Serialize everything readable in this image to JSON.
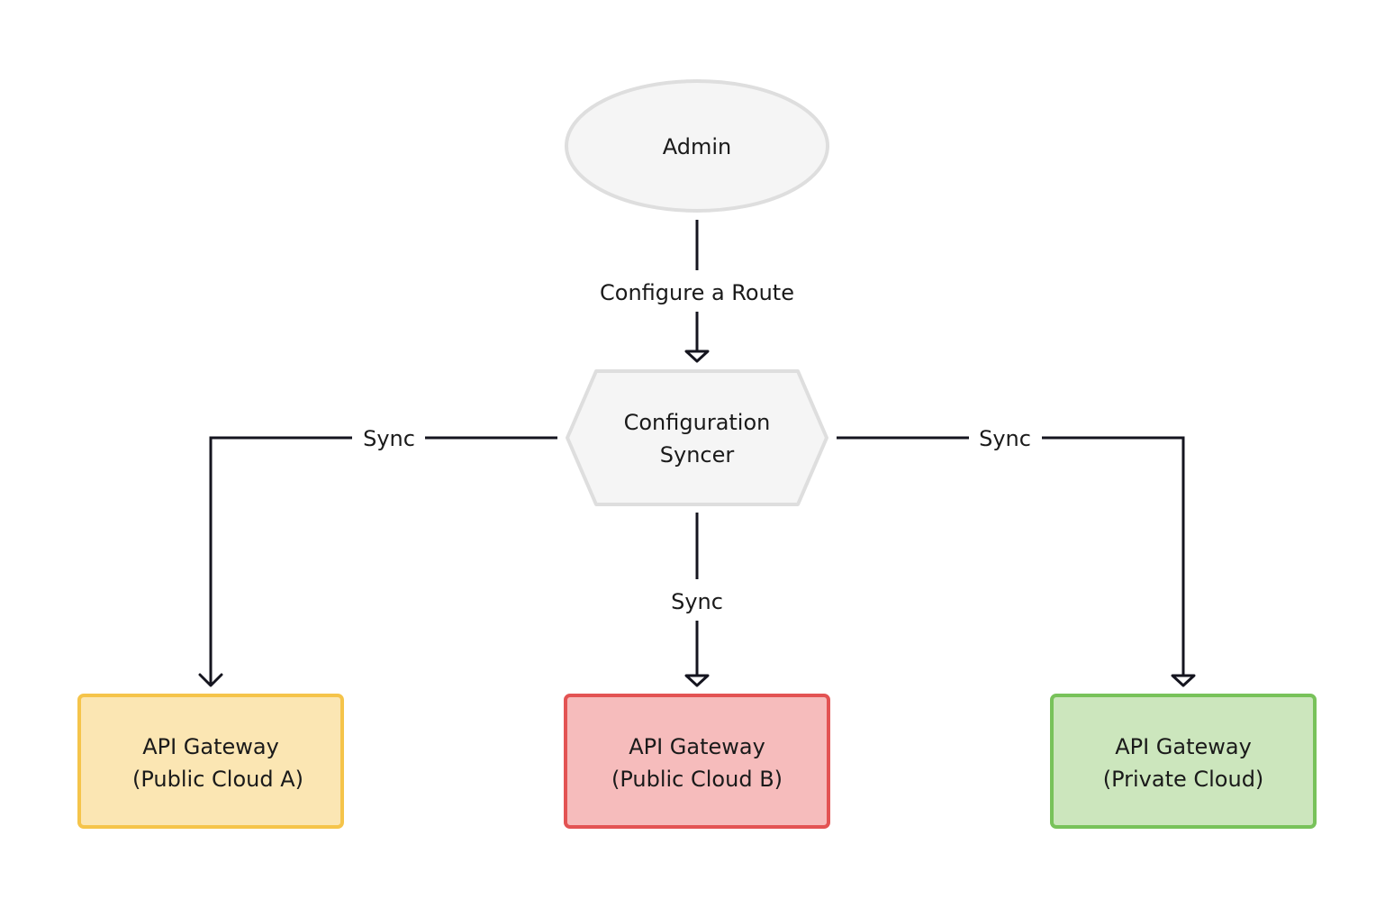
{
  "nodes": {
    "admin": {
      "label": "Admin"
    },
    "syncer": {
      "label_line1": "Configuration",
      "label_line2": "Syncer"
    },
    "gateway_a": {
      "label_line1": "API Gateway",
      "label_line2": "(Public Cloud A)",
      "fill": "#fbe6b3",
      "stroke": "#f5c44a"
    },
    "gateway_b": {
      "label_line1": "API Gateway",
      "label_line2": "(Public Cloud B)",
      "fill": "#f6bcbc",
      "stroke": "#e35353"
    },
    "gateway_private": {
      "label_line1": "API Gateway",
      "label_line2": "(Private Cloud)",
      "fill": "#cce6bd",
      "stroke": "#78c25a"
    }
  },
  "edges": {
    "admin_to_syncer": {
      "label": "Configure a Route"
    },
    "syncer_to_a": {
      "label": "Sync"
    },
    "syncer_to_b": {
      "label": "Sync"
    },
    "syncer_to_private": {
      "label": "Sync"
    }
  },
  "colors": {
    "neutral_fill": "#f5f5f5",
    "neutral_stroke": "#dedede",
    "line": "#15151f"
  }
}
